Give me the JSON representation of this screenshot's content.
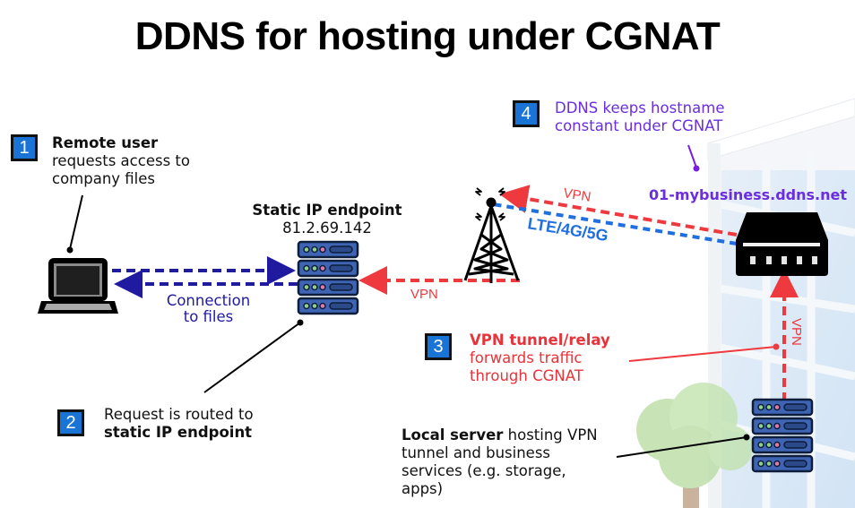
{
  "title": "DDNS for hosting under CGNAT",
  "steps": [
    {
      "number": "1",
      "heading": "Remote user",
      "body_lines": [
        "requests access to",
        "company files"
      ]
    },
    {
      "number": "2",
      "body": "Request is routed to",
      "heading": "static IP endpoint"
    },
    {
      "number": "3",
      "heading": "VPN tunnel/relay",
      "body_lines": [
        "forwards traffic",
        "through CGNAT"
      ]
    },
    {
      "number": "4",
      "body_lines": [
        "DDNS keeps hostname",
        "constant under CGNAT"
      ]
    }
  ],
  "static_endpoint": {
    "label": "Static IP endpoint",
    "ip": "81.2.69.142"
  },
  "connection_label": [
    "Connection",
    "to files"
  ],
  "vpn_label": "VPN",
  "cellular_label": "LTE/4G/5G",
  "hostname": "01-mybusiness.ddns.net",
  "local_server": {
    "heading": "Local server",
    "body_lines": [
      " hosting VPN",
      "tunnel and business",
      "services (e.g. storage,",
      "apps)"
    ]
  },
  "colors": {
    "badge": "#1a74d6",
    "vpn": "#ee3a3f",
    "connection": "#1f1aa0",
    "cellular": "#1f6fe0",
    "ddns": "#6a2ee0",
    "server": "#3f64b4"
  }
}
